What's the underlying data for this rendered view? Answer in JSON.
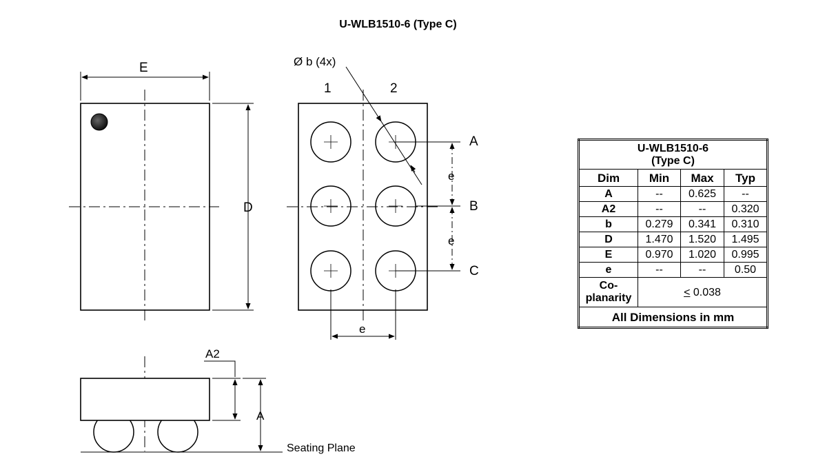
{
  "title": "U-WLB1510-6 (Type C)",
  "views": {
    "top": {
      "width_label": "E",
      "height_label": "D"
    },
    "bottom": {
      "ball_label": "Ø b (4x)",
      "columns": [
        "1",
        "2"
      ],
      "rows": [
        "A",
        "B",
        "C"
      ],
      "pitch_label": "e"
    },
    "side": {
      "standoff_label": "A2",
      "height_label": "A",
      "seating_plane_label": "Seating Plane"
    }
  },
  "table": {
    "title_line1": "U-WLB1510-6",
    "title_line2": "(Type C)",
    "headers": [
      "Dim",
      "Min",
      "Max",
      "Typ"
    ],
    "rows": [
      [
        "A",
        "--",
        "0.625",
        "--"
      ],
      [
        "A2",
        "--",
        "--",
        "0.320"
      ],
      [
        "b",
        "0.279",
        "0.341",
        "0.310"
      ],
      [
        "D",
        "1.470",
        "1.520",
        "1.495"
      ],
      [
        "E",
        "0.970",
        "1.020",
        "0.995"
      ],
      [
        "e",
        "--",
        "--",
        "0.50"
      ]
    ],
    "coplanarity_label": "Co-planarity",
    "coplanarity_le": "<",
    "coplanarity_value": " 0.038",
    "footer": "All Dimensions in mm"
  }
}
